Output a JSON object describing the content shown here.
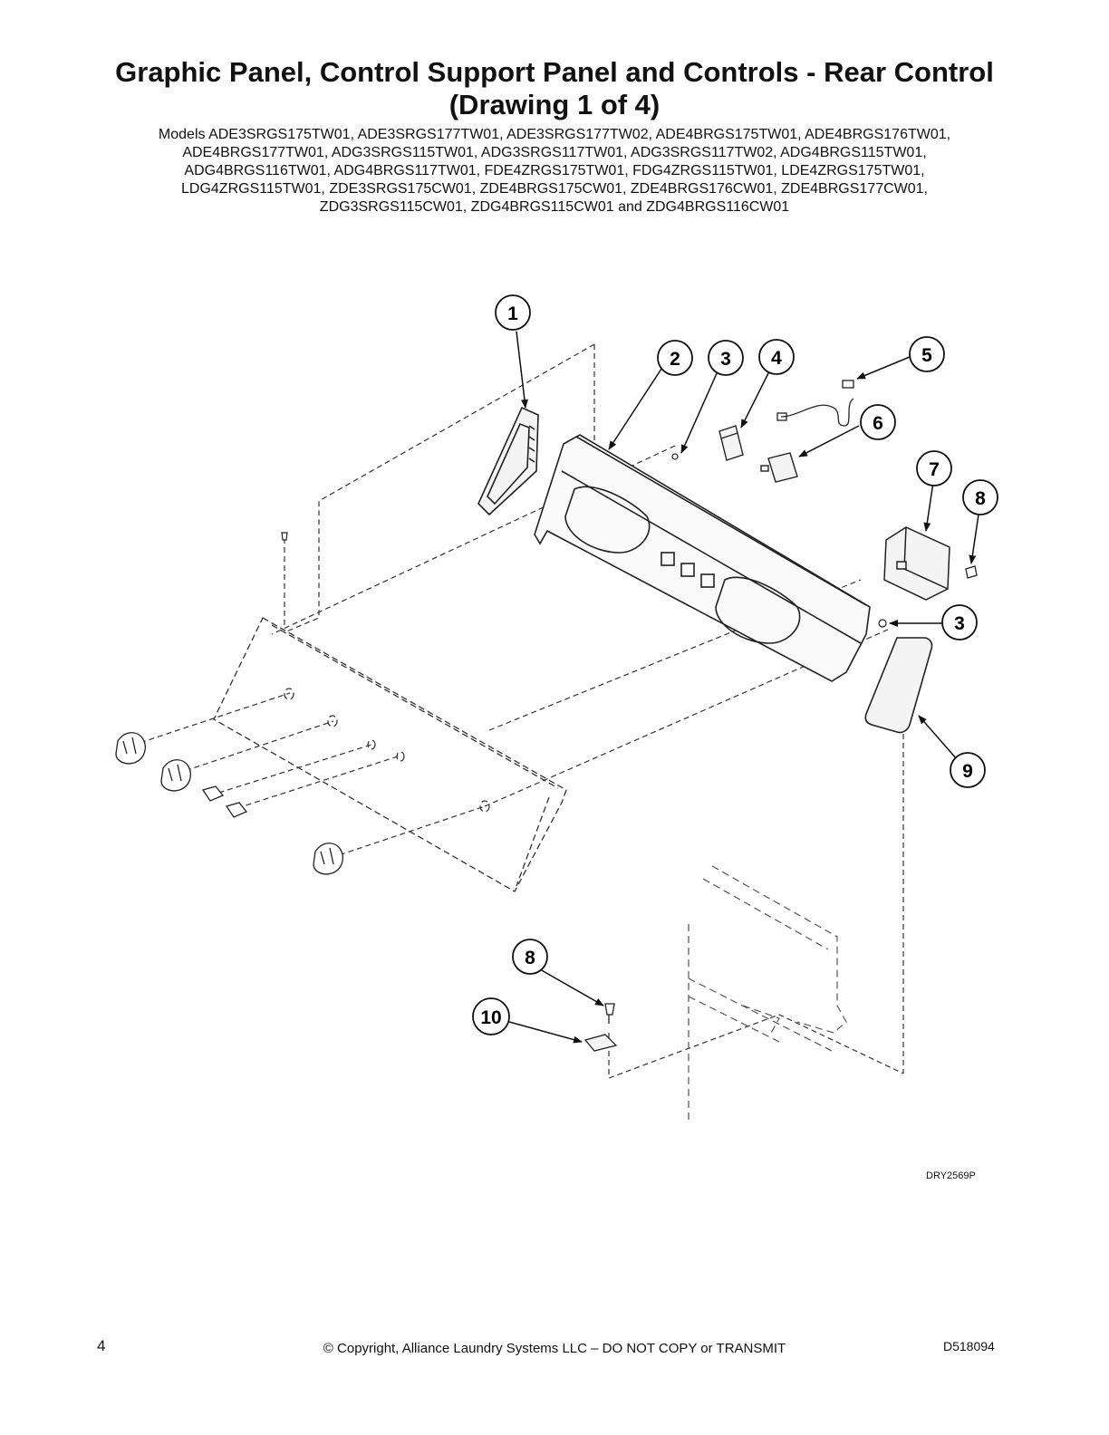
{
  "title": {
    "line1": "Graphic Panel, Control Support Panel and Controls - Rear Control",
    "line2": "(Drawing 1 of 4)"
  },
  "models": {
    "lines": [
      "Models ADE3SRGS175TW01, ADE3SRGS177TW01, ADE3SRGS177TW02, ADE4BRGS175TW01, ADE4BRGS176TW01,",
      "ADE4BRGS177TW01, ADG3SRGS115TW01, ADG3SRGS117TW01, ADG3SRGS117TW02, ADG4BRGS115TW01,",
      "ADG4BRGS116TW01, ADG4BRGS117TW01, FDE4ZRGS175TW01, FDG4ZRGS115TW01, LDE4ZRGS175TW01,",
      "LDG4ZRGS115TW01, ZDE3SRGS175CW01, ZDE4BRGS175CW01, ZDE4BRGS176CW01, ZDE4BRGS177CW01,",
      "ZDG3SRGS115CW01, ZDG4BRGS115CW01 and ZDG4BRGS116CW01"
    ]
  },
  "diagram": {
    "callouts": [
      "1",
      "2",
      "3",
      "4",
      "5",
      "6",
      "7",
      "8",
      "3",
      "9",
      "8",
      "10"
    ],
    "drawing_id": "DRY2569P"
  },
  "footer": {
    "page_number": "4",
    "copyright": "© Copyright, Alliance Laundry Systems LLC – DO NOT COPY or TRANSMIT",
    "document_number": "D518094"
  }
}
